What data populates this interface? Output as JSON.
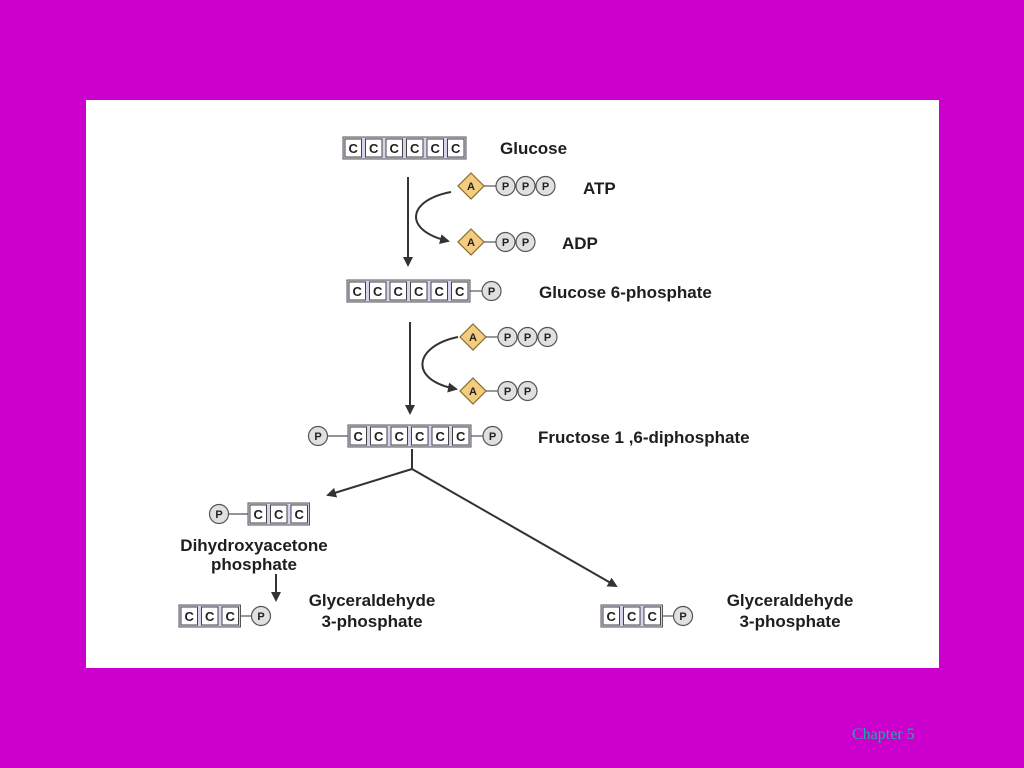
{
  "slide": {
    "background_color": "#cc00cc",
    "footer": "Chapter 5"
  },
  "diagram": {
    "carbon_symbol": "C",
    "phosphate_symbol": "P",
    "adenosine_symbol": "A",
    "labels": {
      "glucose": "Glucose",
      "atp": "ATP",
      "adp": "ADP",
      "glucose_6_phosphate": "Glucose 6-phosphate",
      "fructose_1_6_diphosphate": "Fructose 1 ,6-diphosphate",
      "dihydroxyacetone_line1": "Dihydroxyacetone",
      "dihydroxyacetone_line2": "phosphate",
      "g3p_left_line1": "Glyceraldehyde",
      "g3p_left_line2": "3-phosphate",
      "g3p_right_line1": "Glyceraldehyde",
      "g3p_right_line2": "3-phosphate"
    },
    "colors": {
      "carbon_box": "#d4d5ec",
      "phosphate_circle": "#e0e0e0",
      "adenosine_diamond": "#f3cc80",
      "arrow": "#333333"
    }
  }
}
